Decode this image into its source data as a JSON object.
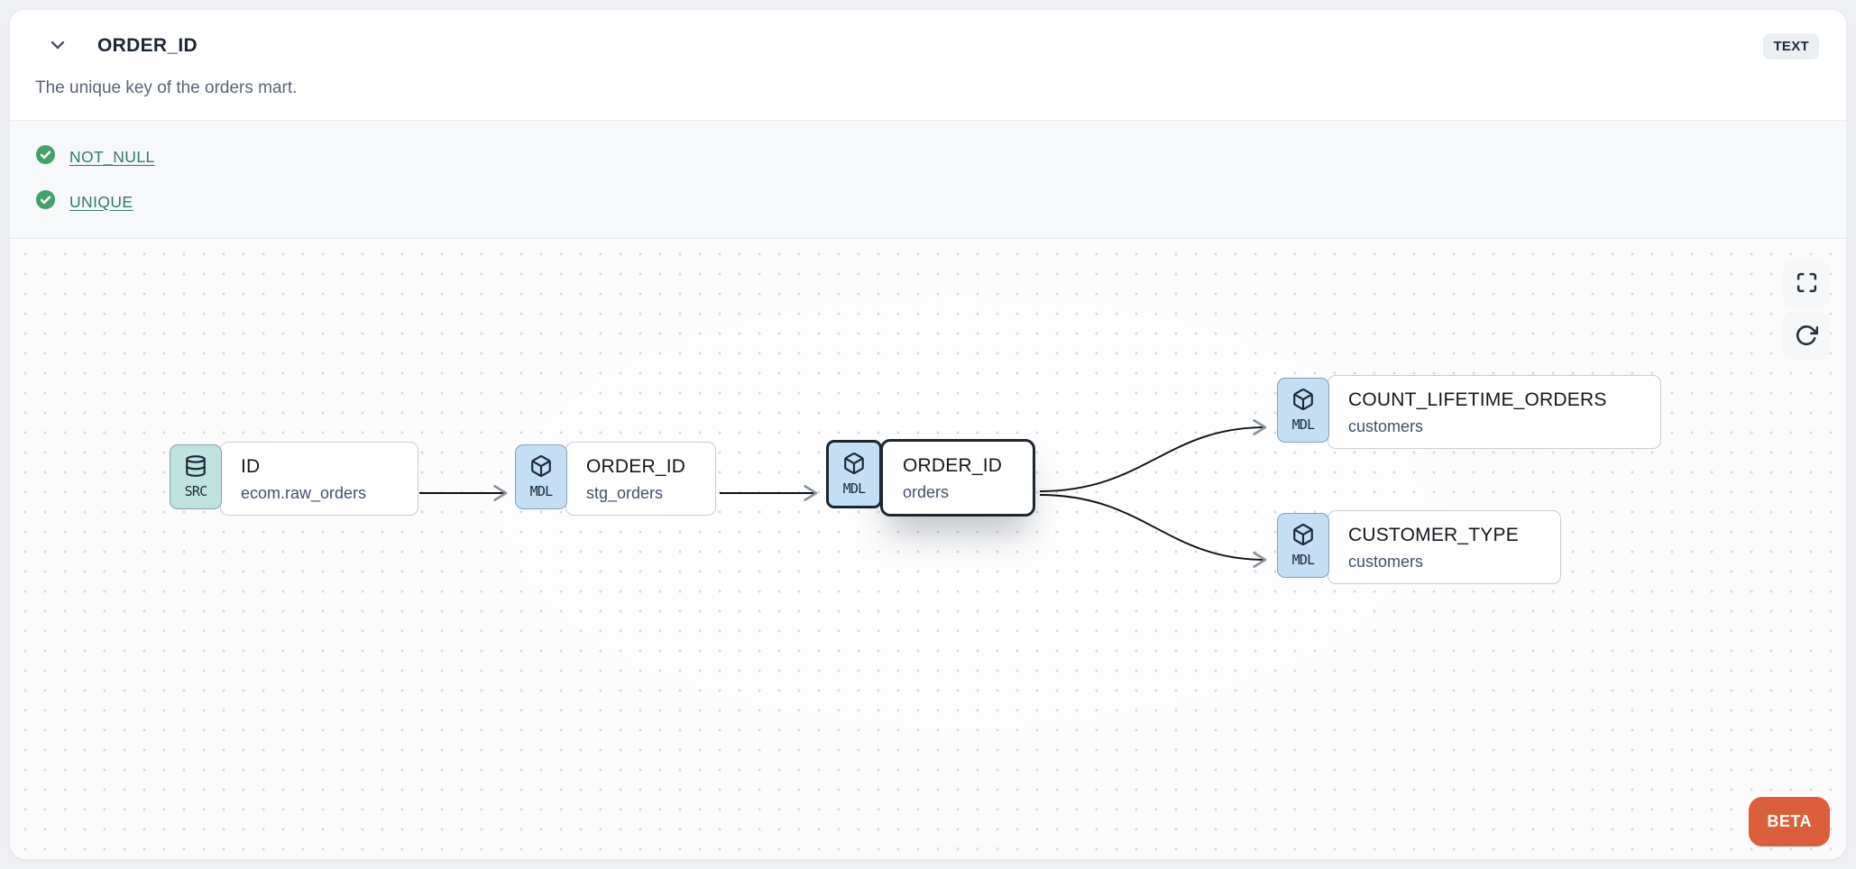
{
  "header": {
    "title": "ORDER_ID",
    "type_badge": "TEXT",
    "description": "The unique key of the orders mart."
  },
  "tests": [
    {
      "label": "NOT_NULL",
      "status": "pass"
    },
    {
      "label": "UNIQUE",
      "status": "pass"
    }
  ],
  "lineage": {
    "nodes": [
      {
        "id": "source",
        "badge": "SRC",
        "icon": "database-icon",
        "title": "ID",
        "subtitle": "ecom.raw_orders",
        "selected": false
      },
      {
        "id": "staging",
        "badge": "MDL",
        "icon": "cube-icon",
        "title": "ORDER_ID",
        "subtitle": "stg_orders",
        "selected": false
      },
      {
        "id": "orders",
        "badge": "MDL",
        "icon": "cube-icon",
        "title": "ORDER_ID",
        "subtitle": "orders",
        "selected": true
      },
      {
        "id": "count",
        "badge": "MDL",
        "icon": "cube-icon",
        "title": "COUNT_LIFETIME_ORDERS",
        "subtitle": "customers",
        "selected": false
      },
      {
        "id": "cust_type",
        "badge": "MDL",
        "icon": "cube-icon",
        "title": "CUSTOMER_TYPE",
        "subtitle": "customers",
        "selected": false
      }
    ],
    "edges": [
      {
        "from": "source",
        "to": "staging"
      },
      {
        "from": "staging",
        "to": "orders"
      },
      {
        "from": "orders",
        "to": "count"
      },
      {
        "from": "orders",
        "to": "cust_type"
      }
    ],
    "beta_label": "BETA"
  },
  "colors": {
    "beta_badge": "#dc5f3c",
    "test_pass_green": "#43a16b",
    "test_link_teal": "#2e7c6d",
    "src_badge_bg": "#bfe4e0",
    "mdl_badge_bg": "#c4def5",
    "selected_border": "#1c2630",
    "edge_line": "#0c0f14",
    "arrowhead": "#8a929c"
  }
}
